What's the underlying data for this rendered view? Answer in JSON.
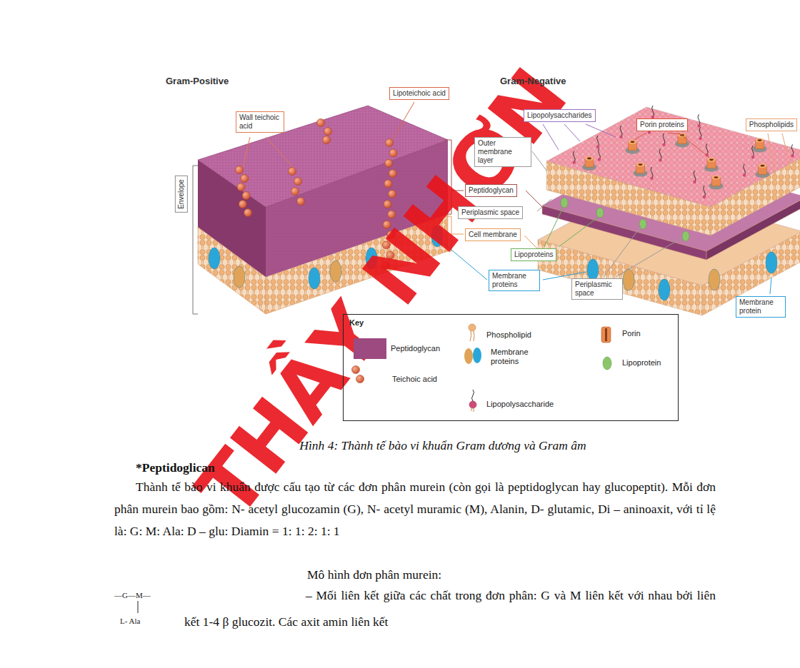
{
  "diagram": {
    "caption": "Hình 4: Thành tế bào vi khuẩn Gram dương và Gram âm",
    "nodes": [
      {
        "text": [
          "Lipoteichoic acid"
        ]
      },
      {
        "text": [
          "Wall teichoic acid"
        ]
      },
      {
        "text": [
          "Lipopolysaccharides"
        ]
      },
      {
        "text": [
          "Porin proteins"
        ]
      },
      {
        "text": [
          "Phospholipids"
        ]
      },
      {
        "text": [
          "Outer membrane layer"
        ]
      },
      {
        "text": [
          "Envelope"
        ]
      },
      {
        "text": [
          "Peptidoglycan"
        ]
      },
      {
        "text": [
          "Periplasmic space"
        ]
      },
      {
        "text": [
          "Cell membrane"
        ]
      },
      {
        "text": [
          "Lipoproteins"
        ]
      },
      {
        "text": [
          "Membrane proteins"
        ]
      },
      {
        "text": [
          "Periplasmic space"
        ]
      },
      {
        "text": [
          "Membrane protein"
        ]
      },
      {
        "text": [
          "Key"
        ]
      }
    ],
    "labels": [
      "Gram-Positive",
      "Gram-Negative",
      "THẦY NHƠN",
      "*Peptidoglican",
      "Thành tế bào vi khuẩn được cấu tạo từ các đơn phân murein (còn gọi là peptidoglycan hay glucopeptit). Mỗi đơn phân murein bao gồm: N- acetyl glucozamin (G), N- acetyl muramic (M), Alanin, D- glutamic, Di – aninoaxit, với tỉ lệ là: G: M: Ala: D – glu: Diamin = 1: 1: 2: 1: 1",
      "Mô hình đơn phân murein:",
      "—G—M—",
      "L- Ala",
      "– Mối liên kết giữa các chất trong đơn phân: G và M liên kết với nhau bởi liên kết 1-4 β glucozit. Các axit amin liên kết"
    ],
    "legend": [
      {
        "text": "Peptidoglycan",
        "color": "#9c4a80"
      },
      {
        "text": "Teichoic acid"
      },
      {
        "text": "Phospholipid"
      },
      {
        "text": "Membrane proteins"
      },
      {
        "text": "Lipopolysaccharide"
      },
      {
        "text": "Porin"
      },
      {
        "text": "Lipoprotein"
      }
    ]
  }
}
